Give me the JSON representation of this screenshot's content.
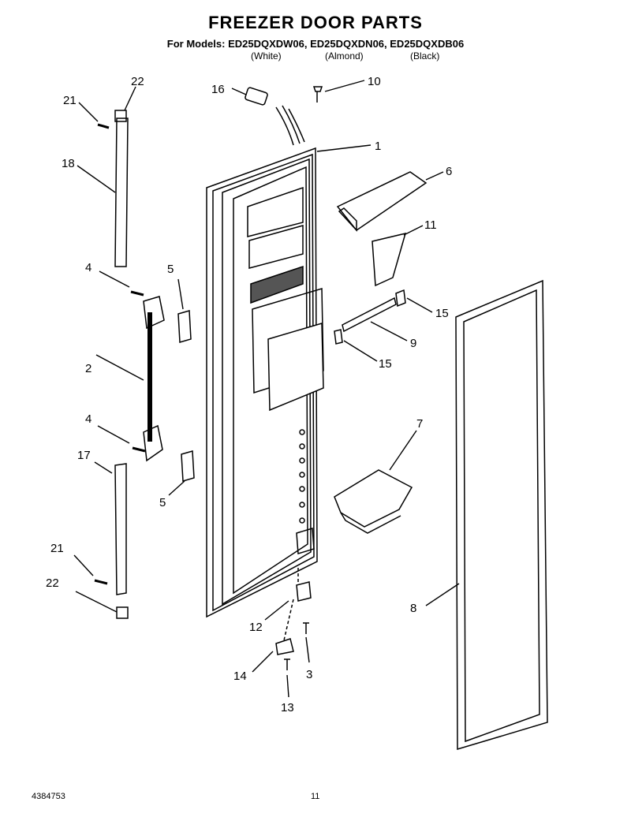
{
  "header": {
    "title": "FREEZER DOOR PARTS",
    "models": "For Models: ED25DQXDW06, ED25DQXDN06, ED25DQXDB06",
    "variants": [
      "(White)",
      "(Almond)",
      "(Black)"
    ]
  },
  "callouts": [
    "1",
    "2",
    "3",
    "4",
    "4",
    "5",
    "5",
    "6",
    "7",
    "8",
    "9",
    "10",
    "11",
    "12",
    "13",
    "14",
    "15",
    "15",
    "16",
    "17",
    "18",
    "21",
    "21",
    "22",
    "22"
  ],
  "footer": {
    "doc_number": "4384753",
    "page": "11"
  }
}
